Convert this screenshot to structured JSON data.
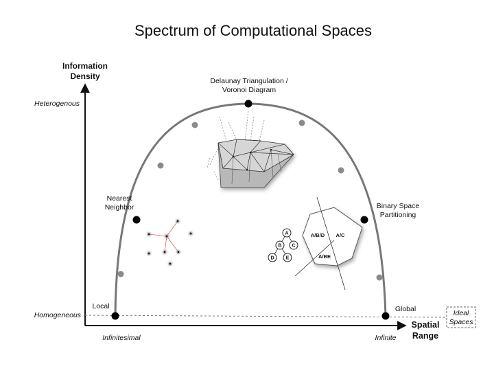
{
  "title": "Spectrum of Computational Spaces",
  "y_axis": {
    "title_line1": "Information",
    "title_line2": "Density",
    "top_label": "Heterogenous",
    "bottom_label": "Homogeneous"
  },
  "x_axis": {
    "title_line1": "Spatial",
    "title_line2": "Range",
    "left_label": "Infinitesimal",
    "right_label": "Infinite"
  },
  "points": {
    "local": "Local",
    "global": "Global",
    "nearest_line1": "Nearest",
    "nearest_line2": "Neighbor",
    "bsp_line1": "Binary Space",
    "bsp_line2": "Partitioning",
    "delaunay_line1": "Delaunay Triangulation /",
    "delaunay_line2": "Voronoi Diagram"
  },
  "ideal_spaces": {
    "line1": "Ideal",
    "line2": "Spaces"
  },
  "tree_nodes": [
    "A",
    "B",
    "C",
    "D",
    "E"
  ],
  "bsp_regions": {
    "abd": "A/B/D",
    "ac": "A/C",
    "abe": "A/BE"
  }
}
